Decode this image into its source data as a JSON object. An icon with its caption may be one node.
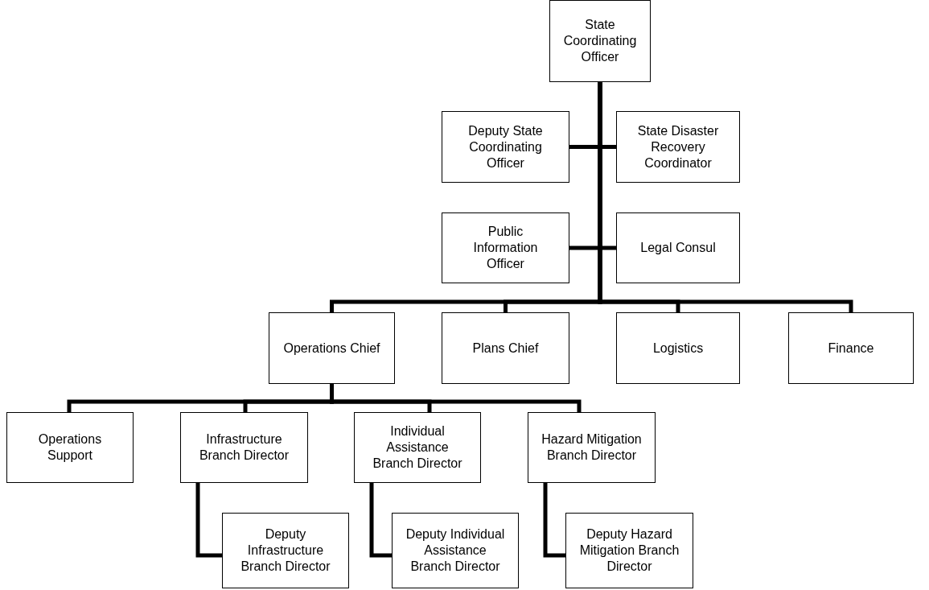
{
  "diagram": {
    "nodes": [
      {
        "text": [
          "State Coordinating Officer"
        ]
      },
      {
        "text": [
          "Deputy State Coordinating Officer"
        ]
      },
      {
        "text": [
          "State Disaster Recovery Coordinator"
        ]
      },
      {
        "text": [
          "Public Information Officer"
        ]
      },
      {
        "text": [
          "Legal Consul"
        ]
      },
      {
        "text": [
          "Operations Chief"
        ]
      },
      {
        "text": [
          "Plans Chief"
        ]
      },
      {
        "text": [
          "Logistics"
        ]
      },
      {
        "text": [
          "Finance"
        ]
      },
      {
        "text": [
          "Operations Support"
        ]
      },
      {
        "text": [
          "Infrastructure Branch Director"
        ]
      },
      {
        "text": [
          "Individual Assistance Branch Director"
        ]
      },
      {
        "text": [
          "Hazard Mitigation Branch Director"
        ]
      },
      {
        "text": [
          "Deputy Infrastructure Branch Director"
        ]
      },
      {
        "text": [
          "Deputy Individual Assistance Branch Director"
        ]
      },
      {
        "text": [
          "Deputy Hazard Mitigation Branch Director"
        ]
      }
    ],
    "edges": [
      {
        "from": 0,
        "to": 1,
        "arrow": "none"
      },
      {
        "from": 0,
        "to": 2,
        "arrow": "none"
      },
      {
        "from": 0,
        "to": 3,
        "arrow": "none"
      },
      {
        "from": 0,
        "to": 4,
        "arrow": "none"
      },
      {
        "from": 0,
        "to": 5,
        "arrow": "none"
      },
      {
        "from": 0,
        "to": 6,
        "arrow": "none"
      },
      {
        "from": 0,
        "to": 7,
        "arrow": "none"
      },
      {
        "from": 0,
        "to": 8,
        "arrow": "none"
      },
      {
        "from": 5,
        "to": 9,
        "arrow": "none"
      },
      {
        "from": 5,
        "to": 10,
        "arrow": "none"
      },
      {
        "from": 5,
        "to": 11,
        "arrow": "none"
      },
      {
        "from": 5,
        "to": 12,
        "arrow": "none"
      },
      {
        "from": 10,
        "to": 13,
        "arrow": "none"
      },
      {
        "from": 11,
        "to": 14,
        "arrow": "none"
      },
      {
        "from": 12,
        "to": 15,
        "arrow": "none"
      }
    ]
  }
}
